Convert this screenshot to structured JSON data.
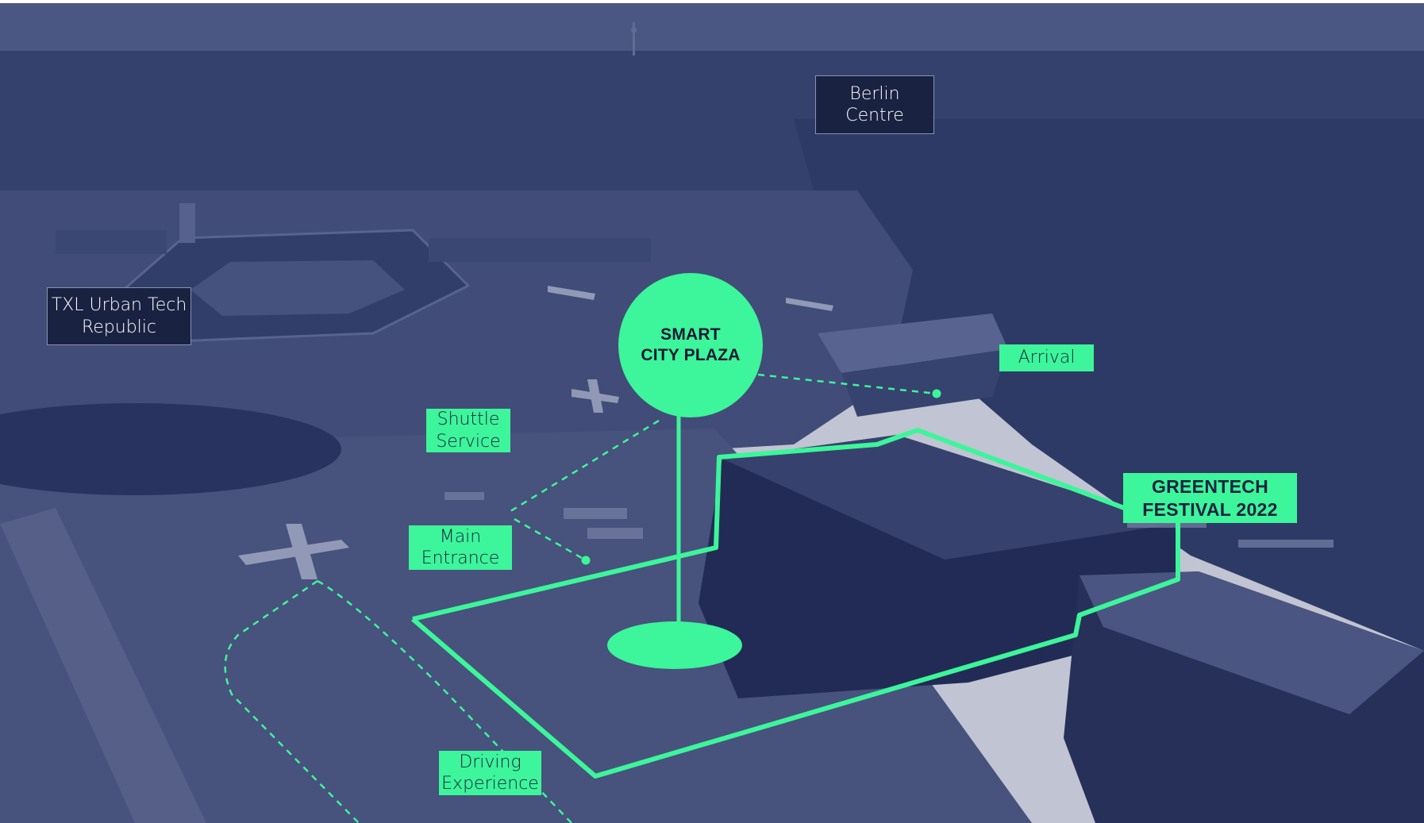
{
  "map": {
    "labels": {
      "berlin_centre": "Berlin\nCentre",
      "txl": "TXL Urban Tech\nRepublic",
      "smart_city_plaza": "SMART\nCITY PLAZA",
      "arrival": "Arrival",
      "shuttle_service": "Shuttle\nService",
      "main_entrance": "Main\nEntrance",
      "greentech_festival": "GREENTECH\nFESTIVAL 2022",
      "driving_experience": "Driving\nExperience"
    },
    "colors": {
      "accent": "#3df59a",
      "overlay": "#1f2a5c",
      "label_dark": "#1a2242",
      "sky": "#5a6790",
      "forest": "#3a4670",
      "tarmac": "#4b5680"
    }
  }
}
